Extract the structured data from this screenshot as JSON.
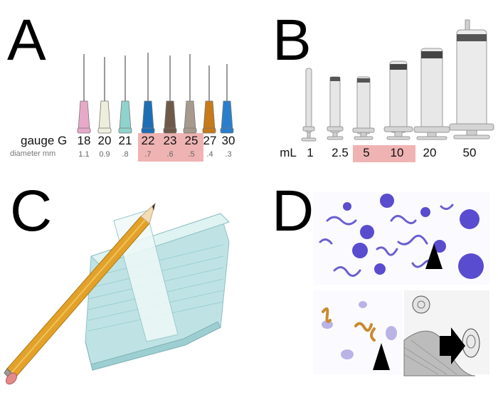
{
  "panels": {
    "a": "A",
    "b": "B",
    "c": "C",
    "d": "D"
  },
  "panel_a": {
    "gauge_label": "gauge G",
    "diameter_label": "diameter mm",
    "gauges": [
      "18",
      "20",
      "21",
      "22",
      "23",
      "25",
      "27",
      "30"
    ],
    "diameters": [
      "1.1",
      "0.9",
      ".8",
      ".7",
      ".6",
      ".5",
      ".4",
      ".3"
    ],
    "hub_colors": [
      "#e8a9c9",
      "#eeeedd",
      "#8fd3cd",
      "#1c6fb5",
      "#6f5a4a",
      "#a59a8c",
      "#c77a1a",
      "#2a7fcc"
    ],
    "highlight_color": "#efb3b3"
  },
  "panel_b": {
    "unit": "mL",
    "volumes": [
      "1",
      "2.5",
      "5",
      "10",
      "20",
      "50"
    ]
  }
}
